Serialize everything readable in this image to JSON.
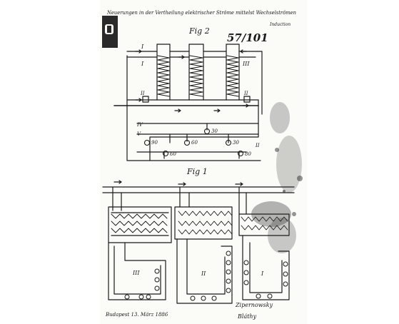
{
  "document": {
    "heading": "Neuerungen in der Vertheilung elektrischer Ströme mittelst Wechselströmen",
    "heading_tail": "Induction",
    "number": "57/101",
    "figure_top": "Fig 2",
    "figure_bottom": "Fig 1",
    "footer_date": "Budapest 13. März 1886",
    "signature": "Zipernowsky",
    "signature_2": "Bláthy"
  },
  "fig2": {
    "transformer_labels": [
      "I",
      "II",
      "III"
    ],
    "line_labels": [
      "IV",
      "V"
    ],
    "lamp_values": [
      "30",
      "60",
      "90",
      "60",
      "30",
      "80"
    ],
    "side_label": "II"
  },
  "fig1": {
    "group_labels": [
      "III",
      "II",
      "I"
    ]
  },
  "colors": {
    "paper": "#ffffff",
    "ink": "#1a1a1a",
    "stain": "#2b2b2b"
  }
}
